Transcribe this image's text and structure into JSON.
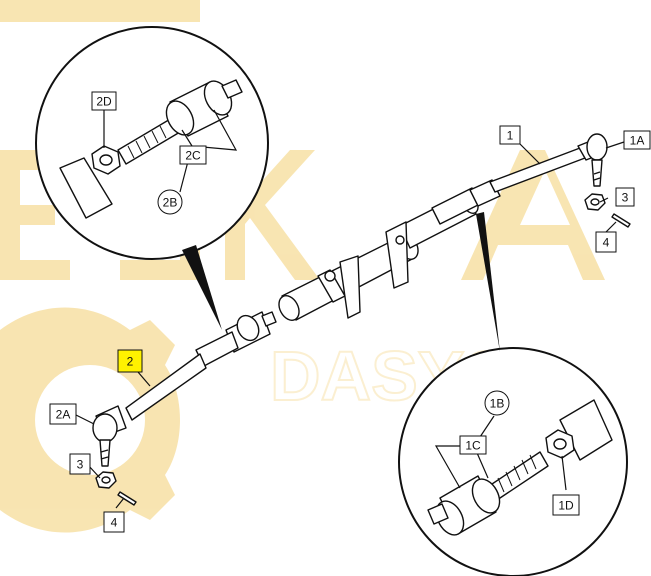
{
  "diagram": {
    "callouts": {
      "c1": "1",
      "c1a": "1A",
      "c1b": "1B",
      "c1c": "1C",
      "c1d": "1D",
      "c2": "2",
      "c2a": "2A",
      "c2b": "2B",
      "c2c": "2C",
      "c2d": "2D",
      "c3_right": "3",
      "c3_left": "3",
      "c4_right": "4",
      "c4_left": "4"
    },
    "watermark": {
      "brand": "ESKA",
      "sub": "DASYSA"
    },
    "colors": {
      "watermark": "#f3cf73",
      "highlight": "#fff200",
      "ink": "#111111"
    }
  }
}
